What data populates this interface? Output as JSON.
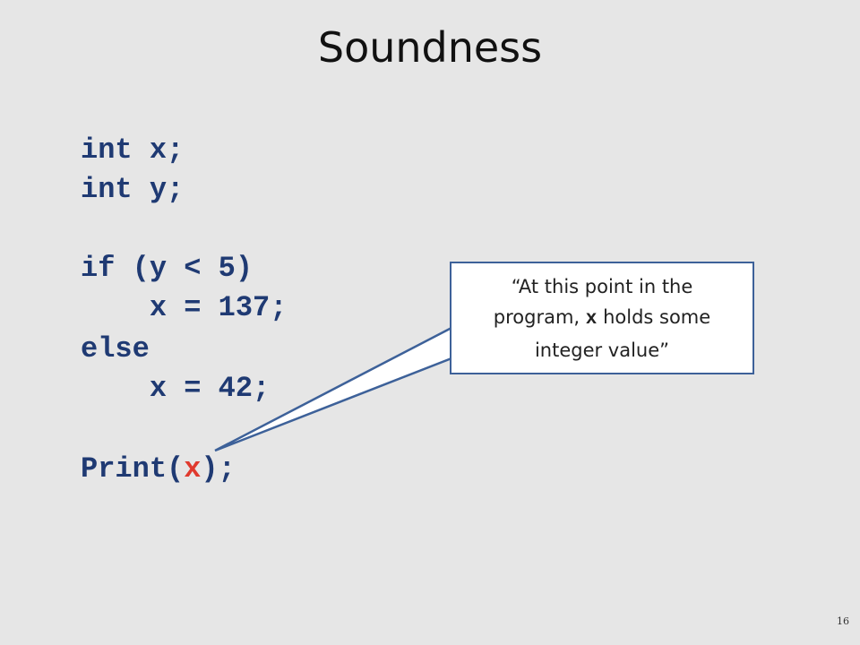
{
  "slide": {
    "title": "Soundness",
    "page_number": "16"
  },
  "code": {
    "line1": "int x;",
    "line2": "int y;",
    "line3": "if (y < 5)",
    "line4": "    x = 137;",
    "line5": "else",
    "line6": "    x = 42;",
    "line7_prefix": "Print(",
    "line7_var": "x",
    "line7_suffix": ");"
  },
  "callout": {
    "line1": "“At this point in the",
    "line2_before": "program, ",
    "line2_code": "x",
    "line2_after": " holds some",
    "line3": "integer value”"
  },
  "colors": {
    "background": "#e6e6e6",
    "code_text": "#1f3a73",
    "highlight_var": "#e03a2e",
    "callout_border": "#3d6199"
  }
}
